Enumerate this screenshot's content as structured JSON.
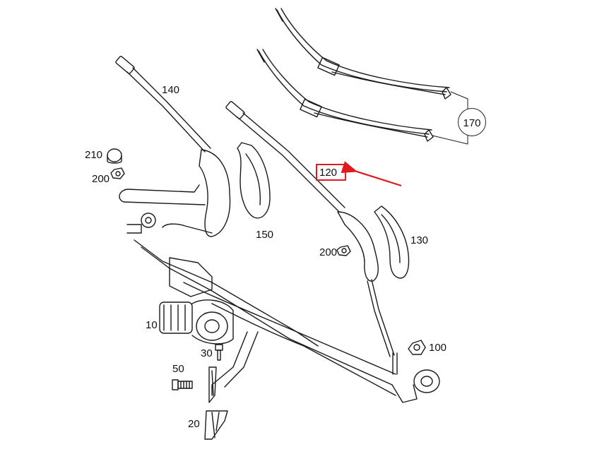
{
  "diagram": {
    "callouts": {
      "wiper_blades": "170",
      "wiper_arm_left": "140",
      "wiper_arm_right": "120",
      "cover_cap": "210",
      "nut_left": "200",
      "arm_cover_left": "150",
      "arm_cover_right": "130",
      "nut_right": "200",
      "wiper_motor": "10",
      "bolt_30": "30",
      "bolt_50": "50",
      "nut_100": "100",
      "bracket": "20"
    },
    "highlighted_part": "120",
    "colors": {
      "line_art": "#1a1a1a",
      "highlight": "#e0191c",
      "background": "#ffffff"
    }
  }
}
